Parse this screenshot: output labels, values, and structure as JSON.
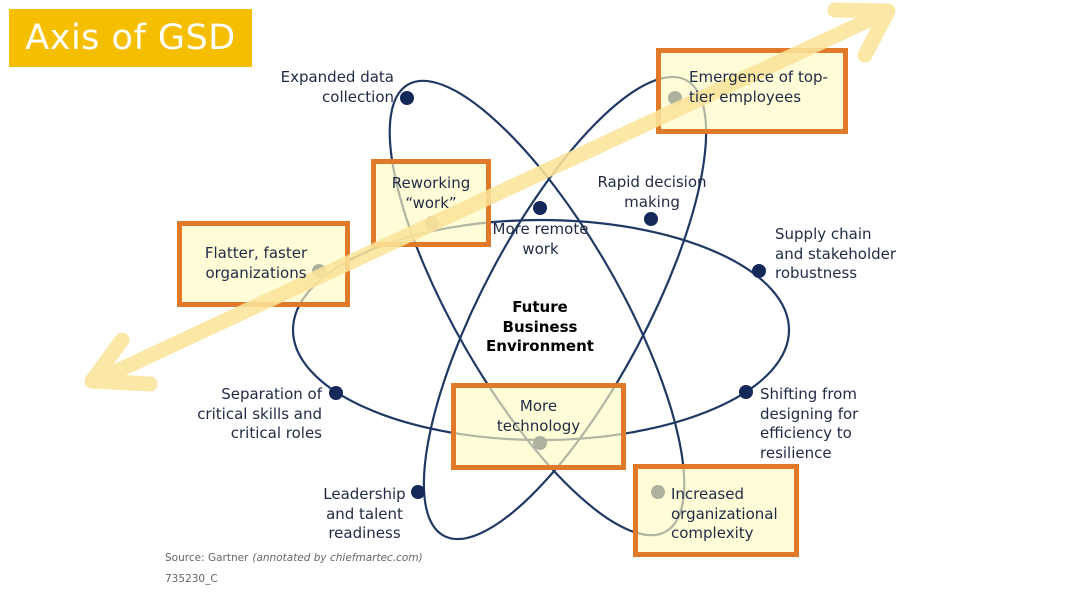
{
  "title": "Axis of GSD",
  "center_label": "Future\nBusiness\nEnvironment",
  "nodes": {
    "expanded_data": "Expanded data\ncollection",
    "emergence": "Emergence of top-\ntier employees",
    "reworking": "Reworking\n“work”",
    "rapid_decision": "Rapid decision\nmaking",
    "remote_work": "More remote\nwork",
    "supply_chain": "Supply chain\nand stakeholder\nrobustness",
    "flatter": "Flatter, faster\norganizations",
    "separation": "Separation of\ncritical skills and\ncritical roles",
    "shifting": "Shifting from\ndesigning for\nefficiency to\nresilience",
    "technology": "More\ntechnology",
    "leadership": "Leadership\nand talent\nreadiness",
    "complexity": "Increased\norganizational\ncomplexity"
  },
  "source": {
    "text": "Source: Gartner",
    "annotation": "(annotated by chiefmartec.com)",
    "code": "735230_C"
  },
  "colors": {
    "orbit": "#1f3864",
    "dot": "#14285a",
    "highlight_border": "#e07a2a",
    "highlight_fill": "#fffac3",
    "axis_arrow": "#fbe49a",
    "title_bg": "#f5bf00"
  }
}
